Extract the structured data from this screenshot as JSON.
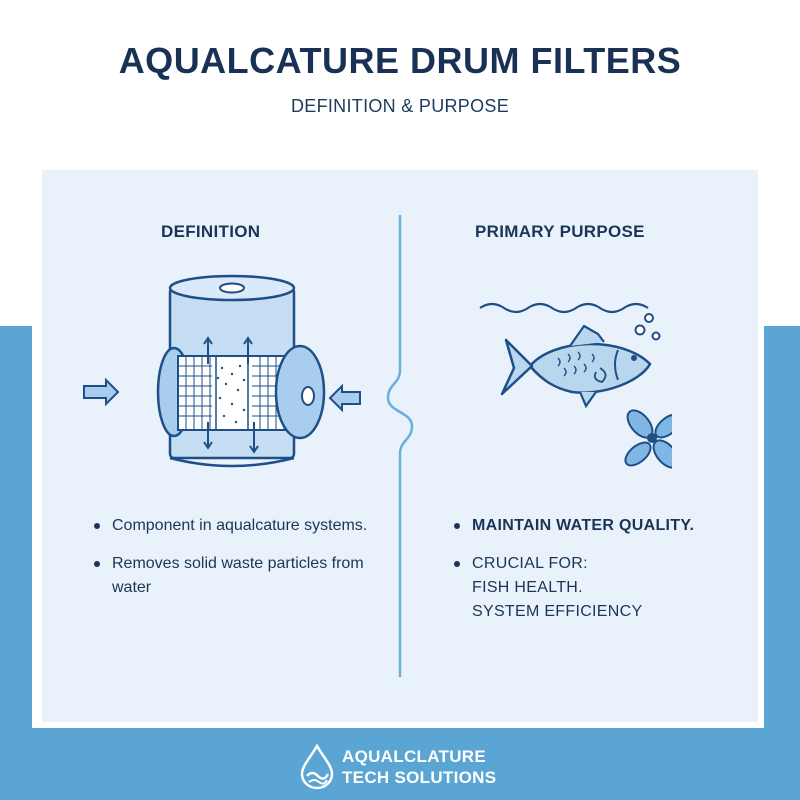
{
  "header": {
    "title": "AQUALCATURE DRUM FILTERS",
    "subtitle": "DEFINITION & PURPOSE"
  },
  "left": {
    "heading": "DEFINITION",
    "illustration_icon": "drum-filter-icon",
    "bullets": [
      "Component in aqualcature systems.",
      "Removes solid waste particles from water"
    ]
  },
  "right": {
    "heading": "PRIMARY PURPOSE",
    "illustration_icon": "fish-water-icon",
    "bullet1": "MAINTAIN WATER QUALITY.",
    "bullet2_line1": "CRUCIAL FOR:",
    "bullet2_line2": "FISH HEALTH.",
    "bullet2_line3": "SYSTEM EFFICIENCY"
  },
  "footer": {
    "logo_line1": "AQUALCLATURE",
    "logo_line2": "TECH SOLUTIONS",
    "logo_icon": "water-drop-icon"
  },
  "colors": {
    "navy": "#1a3156",
    "band_blue": "#5aa5d4",
    "panel_bg": "#e9f2fb",
    "icon_fill": "#b9d6ef",
    "icon_stroke": "#1e4f86"
  }
}
